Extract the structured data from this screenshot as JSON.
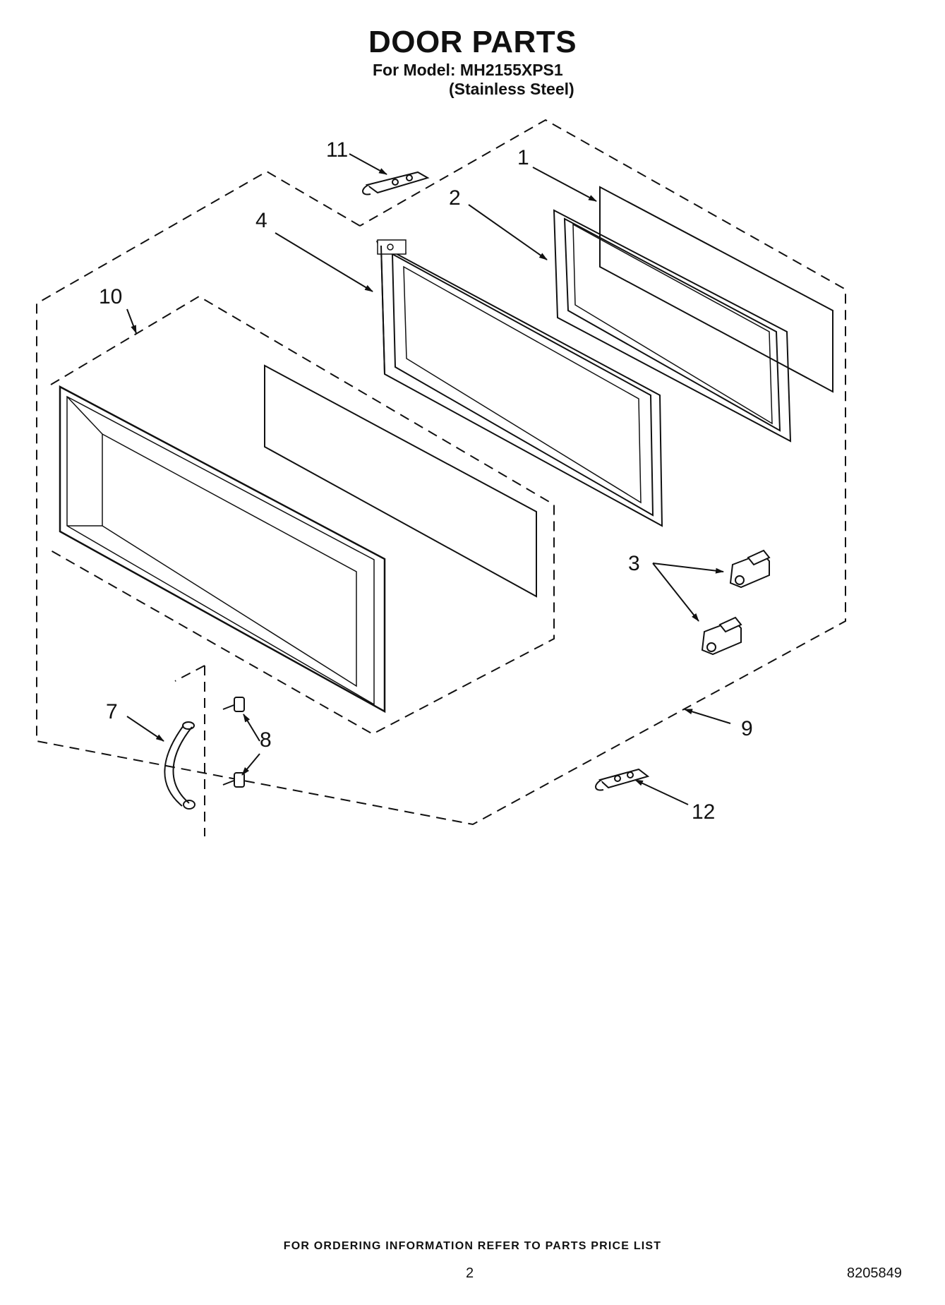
{
  "header": {
    "title": "DOOR PARTS",
    "model_line": "For Model: MH2155XPS1",
    "finish_line": "(Stainless Steel)"
  },
  "callouts": [
    "1",
    "2",
    "3",
    "4",
    "7",
    "8",
    "9",
    "10",
    "11",
    "12"
  ],
  "footer": {
    "ordering_note": "FOR ORDERING INFORMATION REFER TO PARTS PRICE LIST",
    "page_number": "2",
    "document_number": "8205849"
  }
}
